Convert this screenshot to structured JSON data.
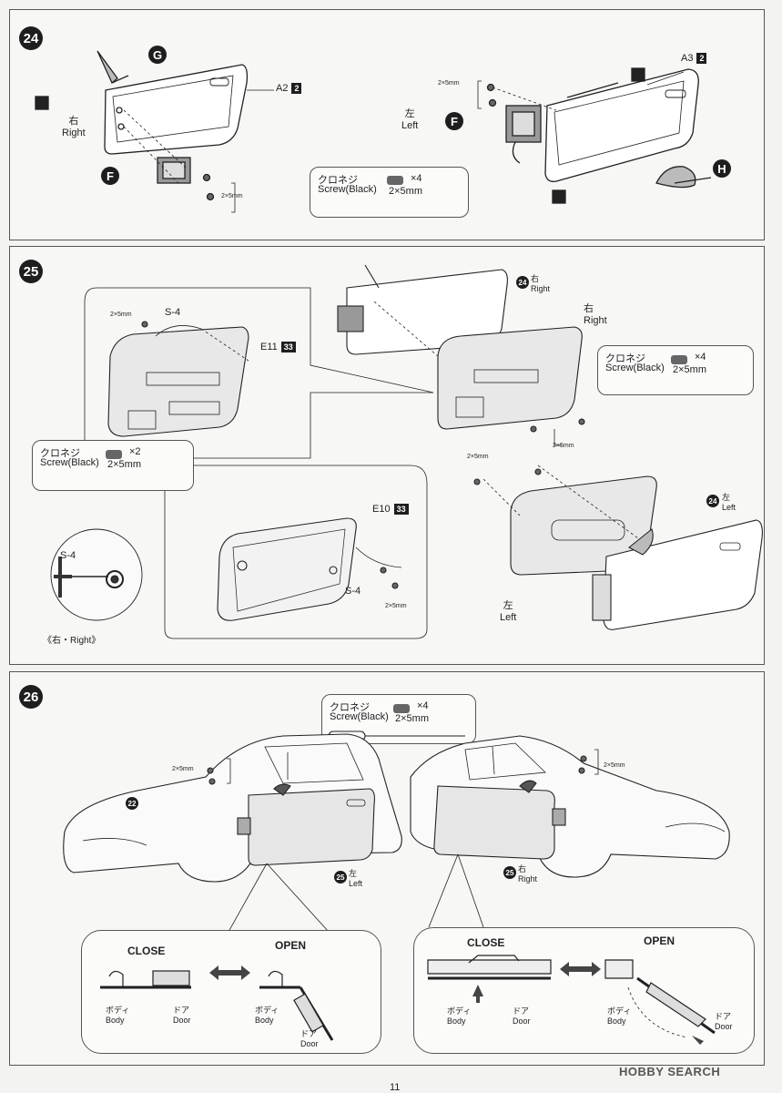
{
  "steps": {
    "s24": {
      "number": "24",
      "right_jp": "右",
      "right_en": "Right",
      "left_jp": "左",
      "left_en": "Left",
      "part_a2": "A2",
      "part_a2_tag": "2",
      "part_a3": "A3",
      "part_a3_tag": "2",
      "letter_g": "G",
      "letter_f": "F",
      "letter_f2": "F",
      "letter_h": "H",
      "screw_small_a": "2×5mm",
      "screw_small_b": "2×5mm",
      "screwbox": {
        "jp": "クロネジ",
        "en": "Screw(Black)",
        "count": "×4",
        "size": "2×5mm"
      }
    },
    "s25": {
      "number": "25",
      "part_e11": "E11",
      "part_e11_tag": "33",
      "part_e10": "E10",
      "part_e10_tag": "33",
      "s4_a": "S-4",
      "s4_b": "S-4",
      "s4_c": "S-4",
      "screw_small_a": "2×5mm",
      "screw_small_b": "2×5mm",
      "screw_small_c": "2×5mm",
      "screw_small_d": "2×5mm",
      "ref_24": "24",
      "ref_24b": "24",
      "ref_right_jp": "右",
      "ref_right_en": "Right",
      "ref_left_jp": "左",
      "ref_left_en": "Left",
      "right_jp": "右",
      "right_en": "Right",
      "left_jp": "左",
      "left_en": "Left",
      "detail_caption": "《右・Right》",
      "screwbox_a": {
        "jp": "クロネジ",
        "en": "Screw(Black)",
        "count": "×4",
        "size": "2×5mm"
      },
      "screwbox_b": {
        "jp": "クロネジ",
        "en": "Screw(Black)",
        "count": "×2",
        "size": "2×5mm"
      }
    },
    "s26": {
      "number": "26",
      "ref_22": "22",
      "ref_25a": "25",
      "ref_25b": "25",
      "left_jp": "左",
      "left_en": "Left",
      "right_jp": "右",
      "right_en": "Right",
      "screw_small_a": "2×5mm",
      "screw_small_b": "2×5mm",
      "screwbox": {
        "jp": "クロネジ",
        "en": "Screw(Black)",
        "count": "×4",
        "size": "2×5mm"
      },
      "detail_left": {
        "close": "CLOSE",
        "open": "OPEN",
        "body_jp": "ボディ",
        "body_en": "Body",
        "door_jp": "ドア",
        "door_en": "Door",
        "body2_jp": "ボディ",
        "body2_en": "Body",
        "door2_jp": "ドア",
        "door2_en": "Door"
      },
      "detail_right": {
        "close": "CLOSE",
        "open": "OPEN",
        "body_jp": "ボディ",
        "body_en": "Body",
        "door_jp": "ドア",
        "door_en": "Door",
        "body2_jp": "ボディ",
        "body2_en": "Body",
        "door2_jp": "ドア",
        "door2_en": "Door"
      }
    }
  },
  "watermark": "HOBBY SEARCH",
  "page_number": "11",
  "colors": {
    "ink": "#1e1e1e",
    "paper": "#f7f7f5",
    "arrow": "#555555"
  }
}
